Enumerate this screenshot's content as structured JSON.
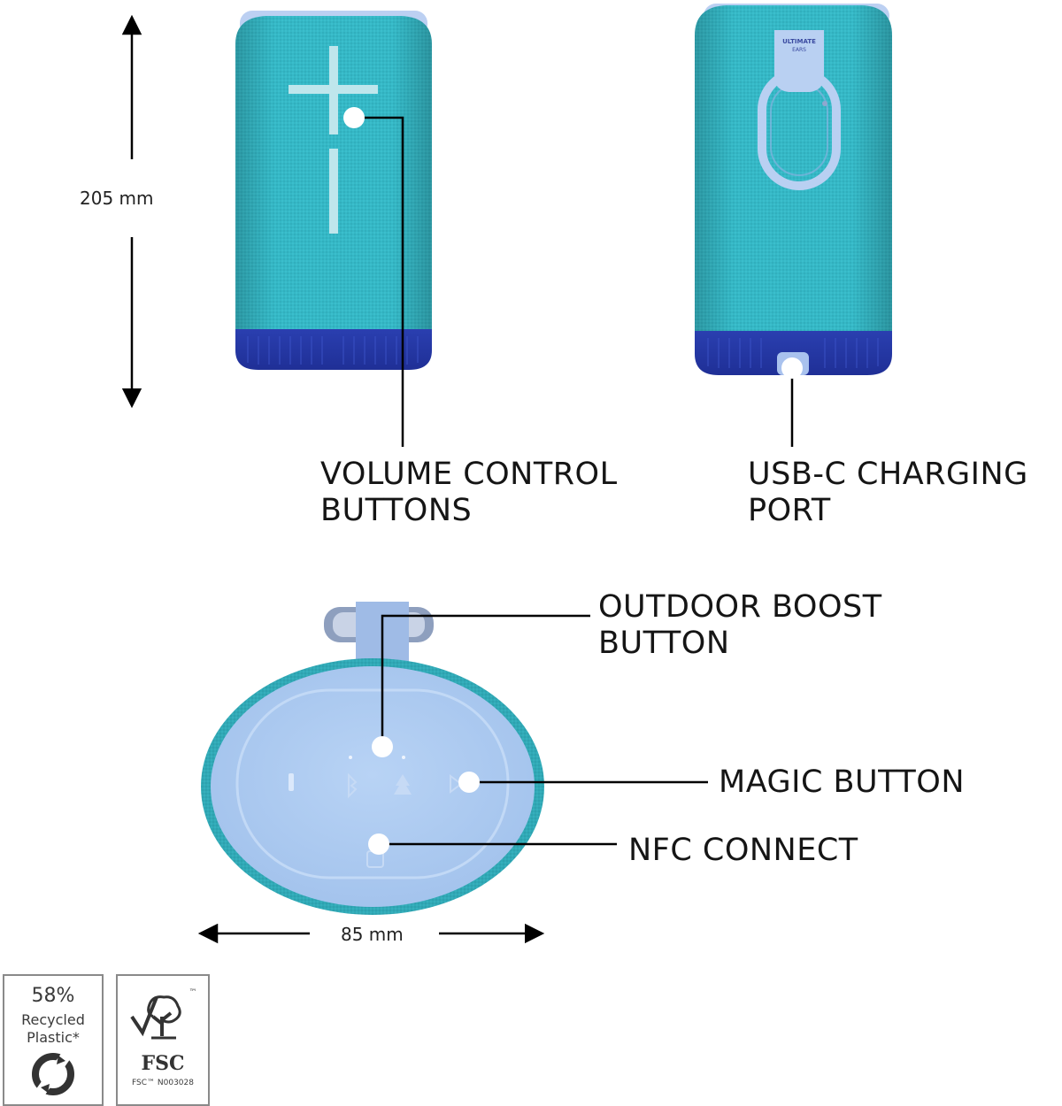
{
  "dimensions": {
    "height": "205 mm",
    "width": "85 mm"
  },
  "callouts": {
    "volume": [
      "VOLUME CONTROL",
      "BUTTONS"
    ],
    "usb": [
      "USB-C CHARGING",
      "PORT"
    ],
    "outdoor": [
      "OUTDOOR BOOST",
      "BUTTON"
    ],
    "magic": "MAGIC BUTTON",
    "nfc": "NFC CONNECT"
  },
  "product": {
    "loop_tag_line1": "ULTIMATE",
    "loop_tag_line2": "EARS"
  },
  "badges": {
    "recycled": {
      "percent": "58%",
      "line1": "Recycled",
      "line2": "Plastic*"
    },
    "fsc": {
      "tm": "™",
      "logo_text": "FSC",
      "license": "FSC™ N003028"
    }
  },
  "colors": {
    "teal": "#35b8c6",
    "navy": "#2f45b8",
    "lavender": "#a9c8ef"
  }
}
